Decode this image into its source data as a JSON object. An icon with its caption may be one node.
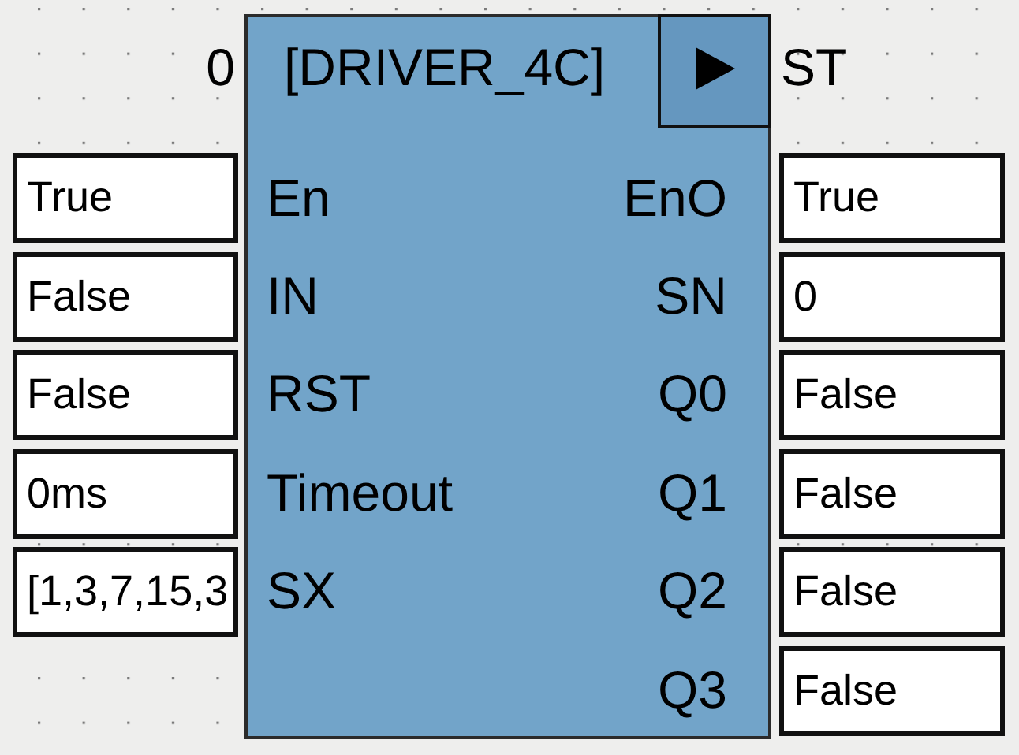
{
  "diagram": {
    "nodes": [
      {
        "text": [
          "[DRIVER_4C]",
          "En",
          "IN",
          "RST",
          "Timeout",
          "SX",
          "EnO",
          "SN",
          "Q0",
          "Q1",
          "Q2",
          "Q3"
        ],
        "beside": [
          "0",
          "ST"
        ]
      },
      {
        "text": [],
        "shape": "box",
        "in": 0
      },
      {
        "text": [
          "True"
        ]
      },
      {
        "text": [
          "False"
        ]
      },
      {
        "text": [
          "False"
        ]
      },
      {
        "text": [
          "0ms"
        ]
      },
      {
        "text": [
          "[1,3,7,15,3"
        ]
      },
      {
        "text": [
          "True"
        ]
      },
      {
        "text": [
          "0"
        ]
      },
      {
        "text": [
          "False"
        ]
      },
      {
        "text": [
          "False"
        ]
      },
      {
        "text": [
          "False"
        ]
      },
      {
        "text": [
          "False"
        ]
      }
    ]
  }
}
